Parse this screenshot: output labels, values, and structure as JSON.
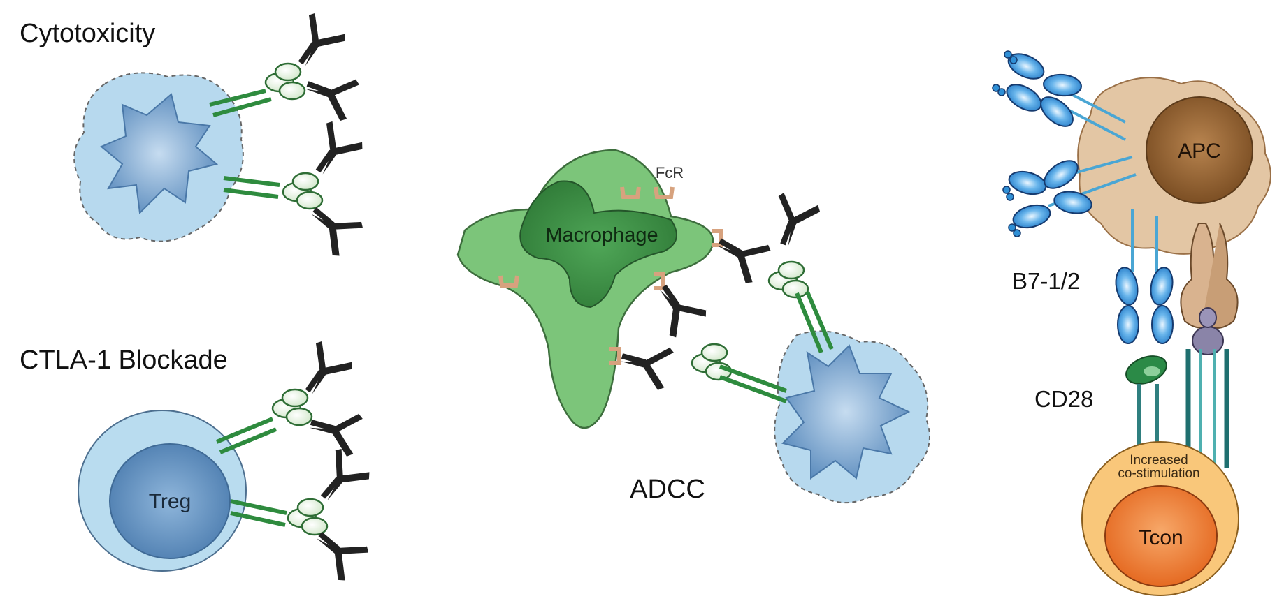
{
  "panels": {
    "cytotoxicity": {
      "title": "Cytotoxicity"
    },
    "blockade": {
      "title": "CTLA-1 Blockade",
      "cell_label": "Treg"
    },
    "adcc": {
      "title": "ADCC",
      "effector_label": "Macrophage",
      "receptor_label": "FcR"
    },
    "costim": {
      "apc_label": "APC",
      "ligand_label": "B7-1/2",
      "receptor_label": "CD28",
      "effect_label_line1": "Increased",
      "effect_label_line2": "co-stimulation",
      "tcell_label": "Tcon"
    }
  },
  "colors": {
    "tumor": "#6f9cc9",
    "tumor_halo": "#b7d9ee",
    "antibody": "#222222",
    "ctla4_green": "#2e8b3e",
    "macrophage_outer": "#7cc57a",
    "macrophage_inner": "#3f8f45",
    "fcr": "#d7a27e",
    "treg_outer": "#b9dcef",
    "treg_inner": "#5f8fbf",
    "apc": "#a9743e",
    "apc_halo": "#e3c6a4",
    "b7": "#2f8fd5",
    "cd28": "#2b8a47",
    "tcon_outer": "#f9c77a",
    "tcon_inner": "#f07f38"
  }
}
